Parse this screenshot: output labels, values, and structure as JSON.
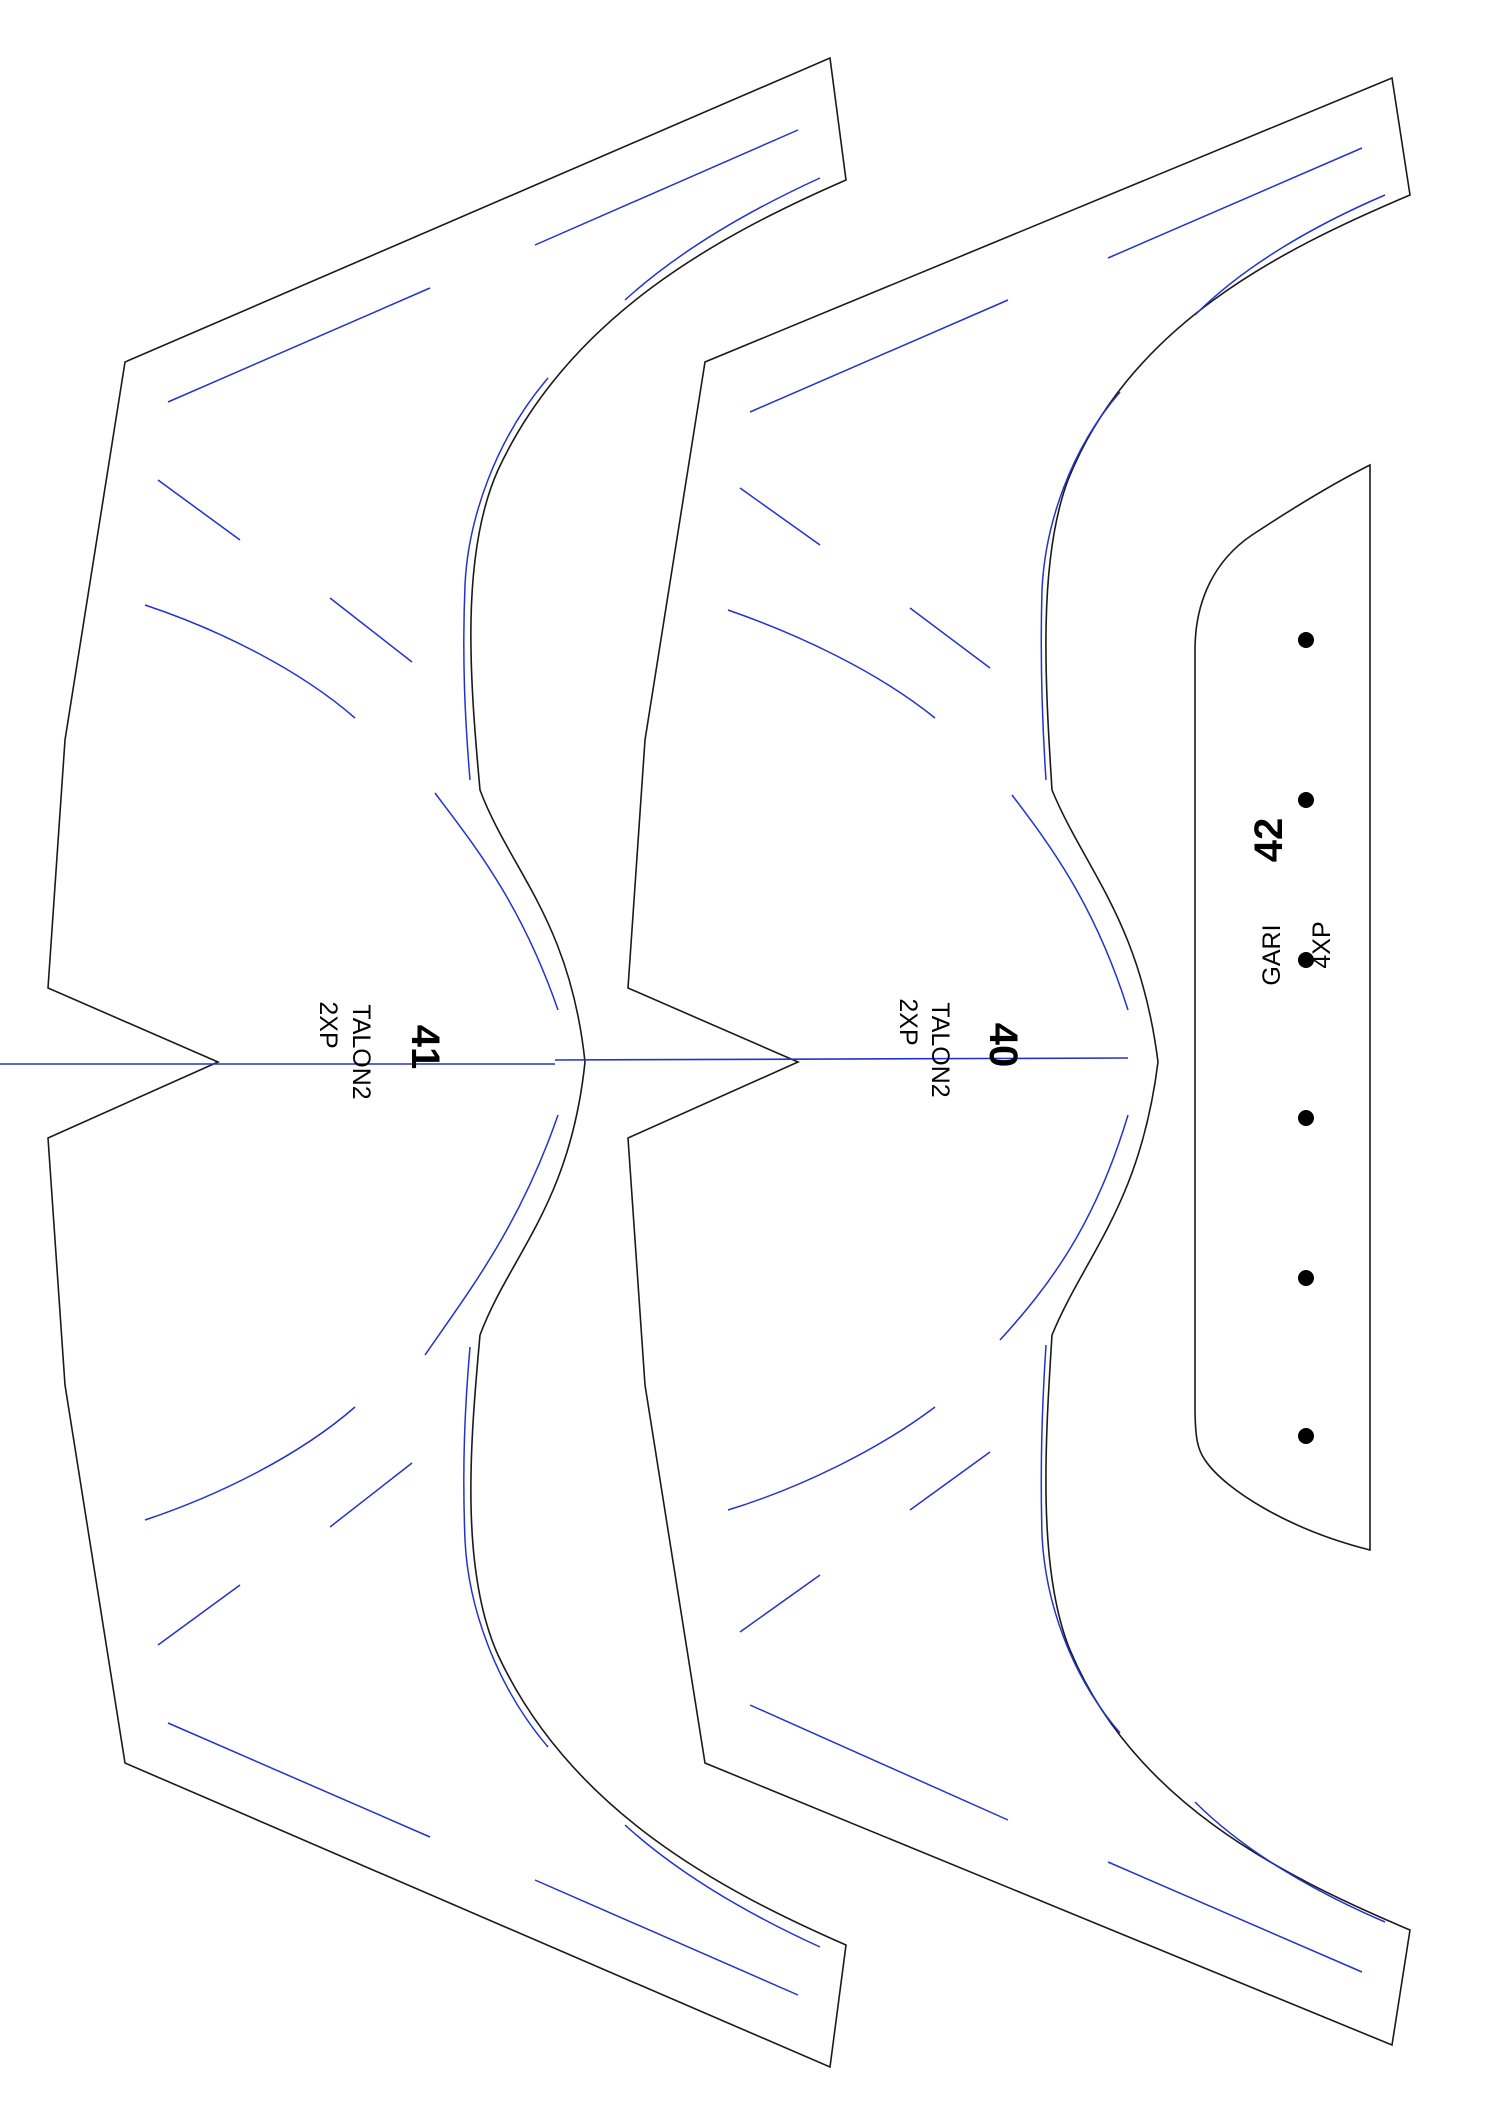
{
  "pieces": [
    {
      "id": "piece-41",
      "number": "41",
      "name": "TALON2",
      "quantity": "2XP"
    },
    {
      "id": "piece-40",
      "number": "40",
      "name": "TALON2",
      "quantity": "2XP"
    },
    {
      "id": "piece-42",
      "number": "42",
      "name": "GARI",
      "quantity": "4XP"
    }
  ],
  "colors": {
    "outline": "#1a1a1a",
    "stitch": "#2233cc",
    "dot": "#000000"
  }
}
